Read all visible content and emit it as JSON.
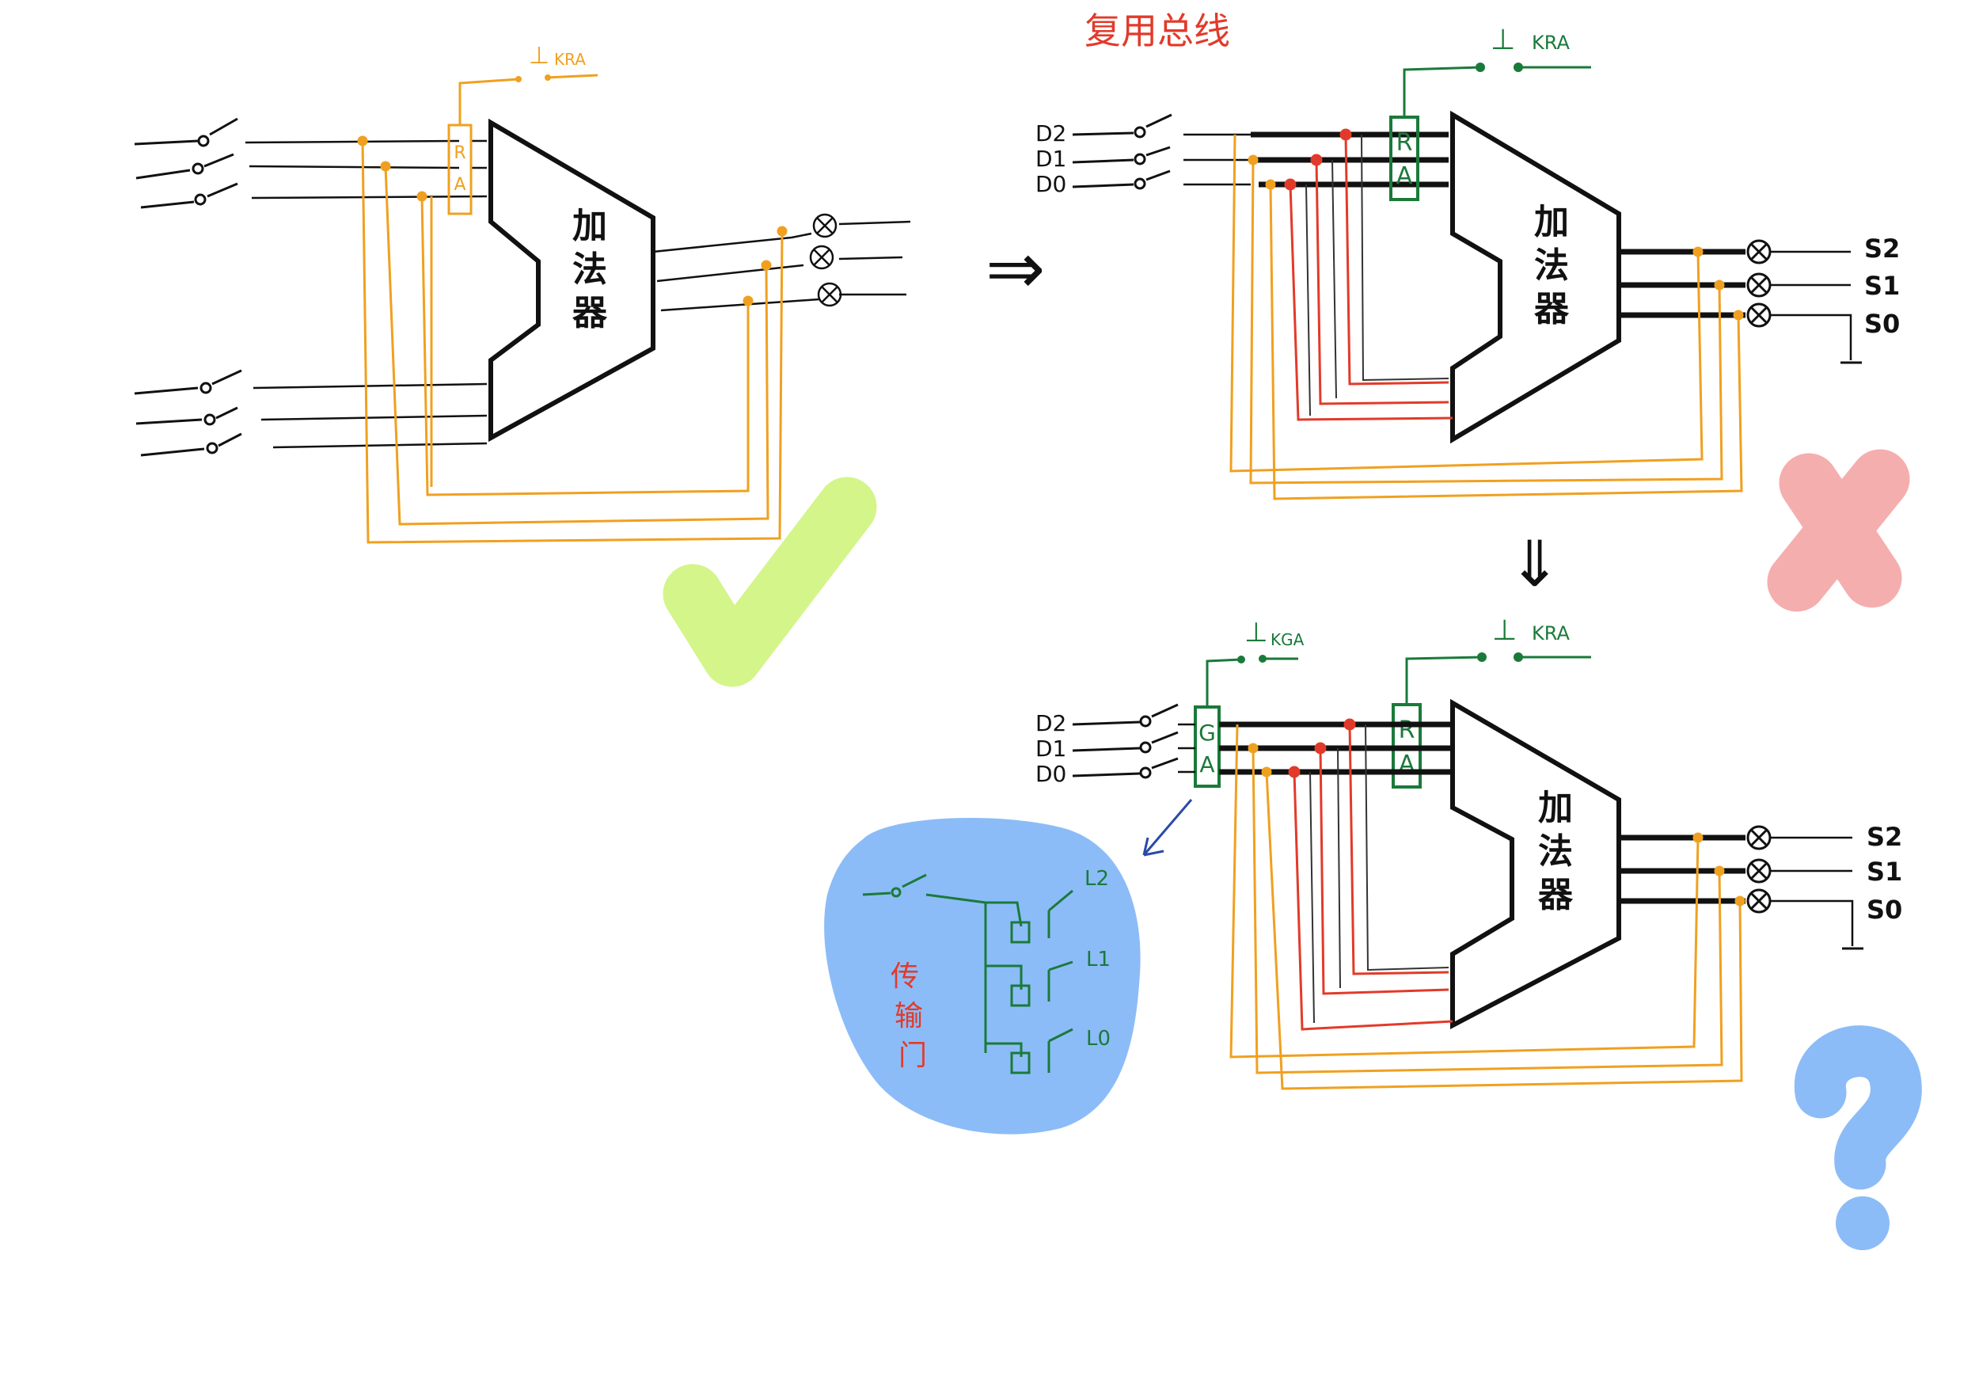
{
  "colors": {
    "ink": "#111111",
    "orange": "#f0a020",
    "green": "#1a7a3a",
    "red": "#e23a2a",
    "blue_blob": "#8cbcf7",
    "check": "#d4f58a",
    "cross": "#f28c8c",
    "question": "#8cbcf7",
    "arrow_blue": "#2a4aa8"
  },
  "shared_bus_title": "复用总线",
  "adder_label": [
    "加",
    "法",
    "器"
  ],
  "kra_label": "KRA",
  "kga_label": "KGA",
  "ground_symbol": "⊥",
  "register_ra": [
    "R",
    "A"
  ],
  "register_ga": [
    "G",
    "A"
  ],
  "inputs": [
    "D2",
    "D1",
    "D0"
  ],
  "outputs": [
    "S2",
    "S1",
    "S0"
  ],
  "gate_outputs": [
    "L2",
    "L1",
    "L0"
  ],
  "transfer_gate_label": [
    "传",
    "输",
    "门"
  ],
  "transform_arrow": "⇒",
  "down_arrow": "⇓",
  "question_mark": "?"
}
